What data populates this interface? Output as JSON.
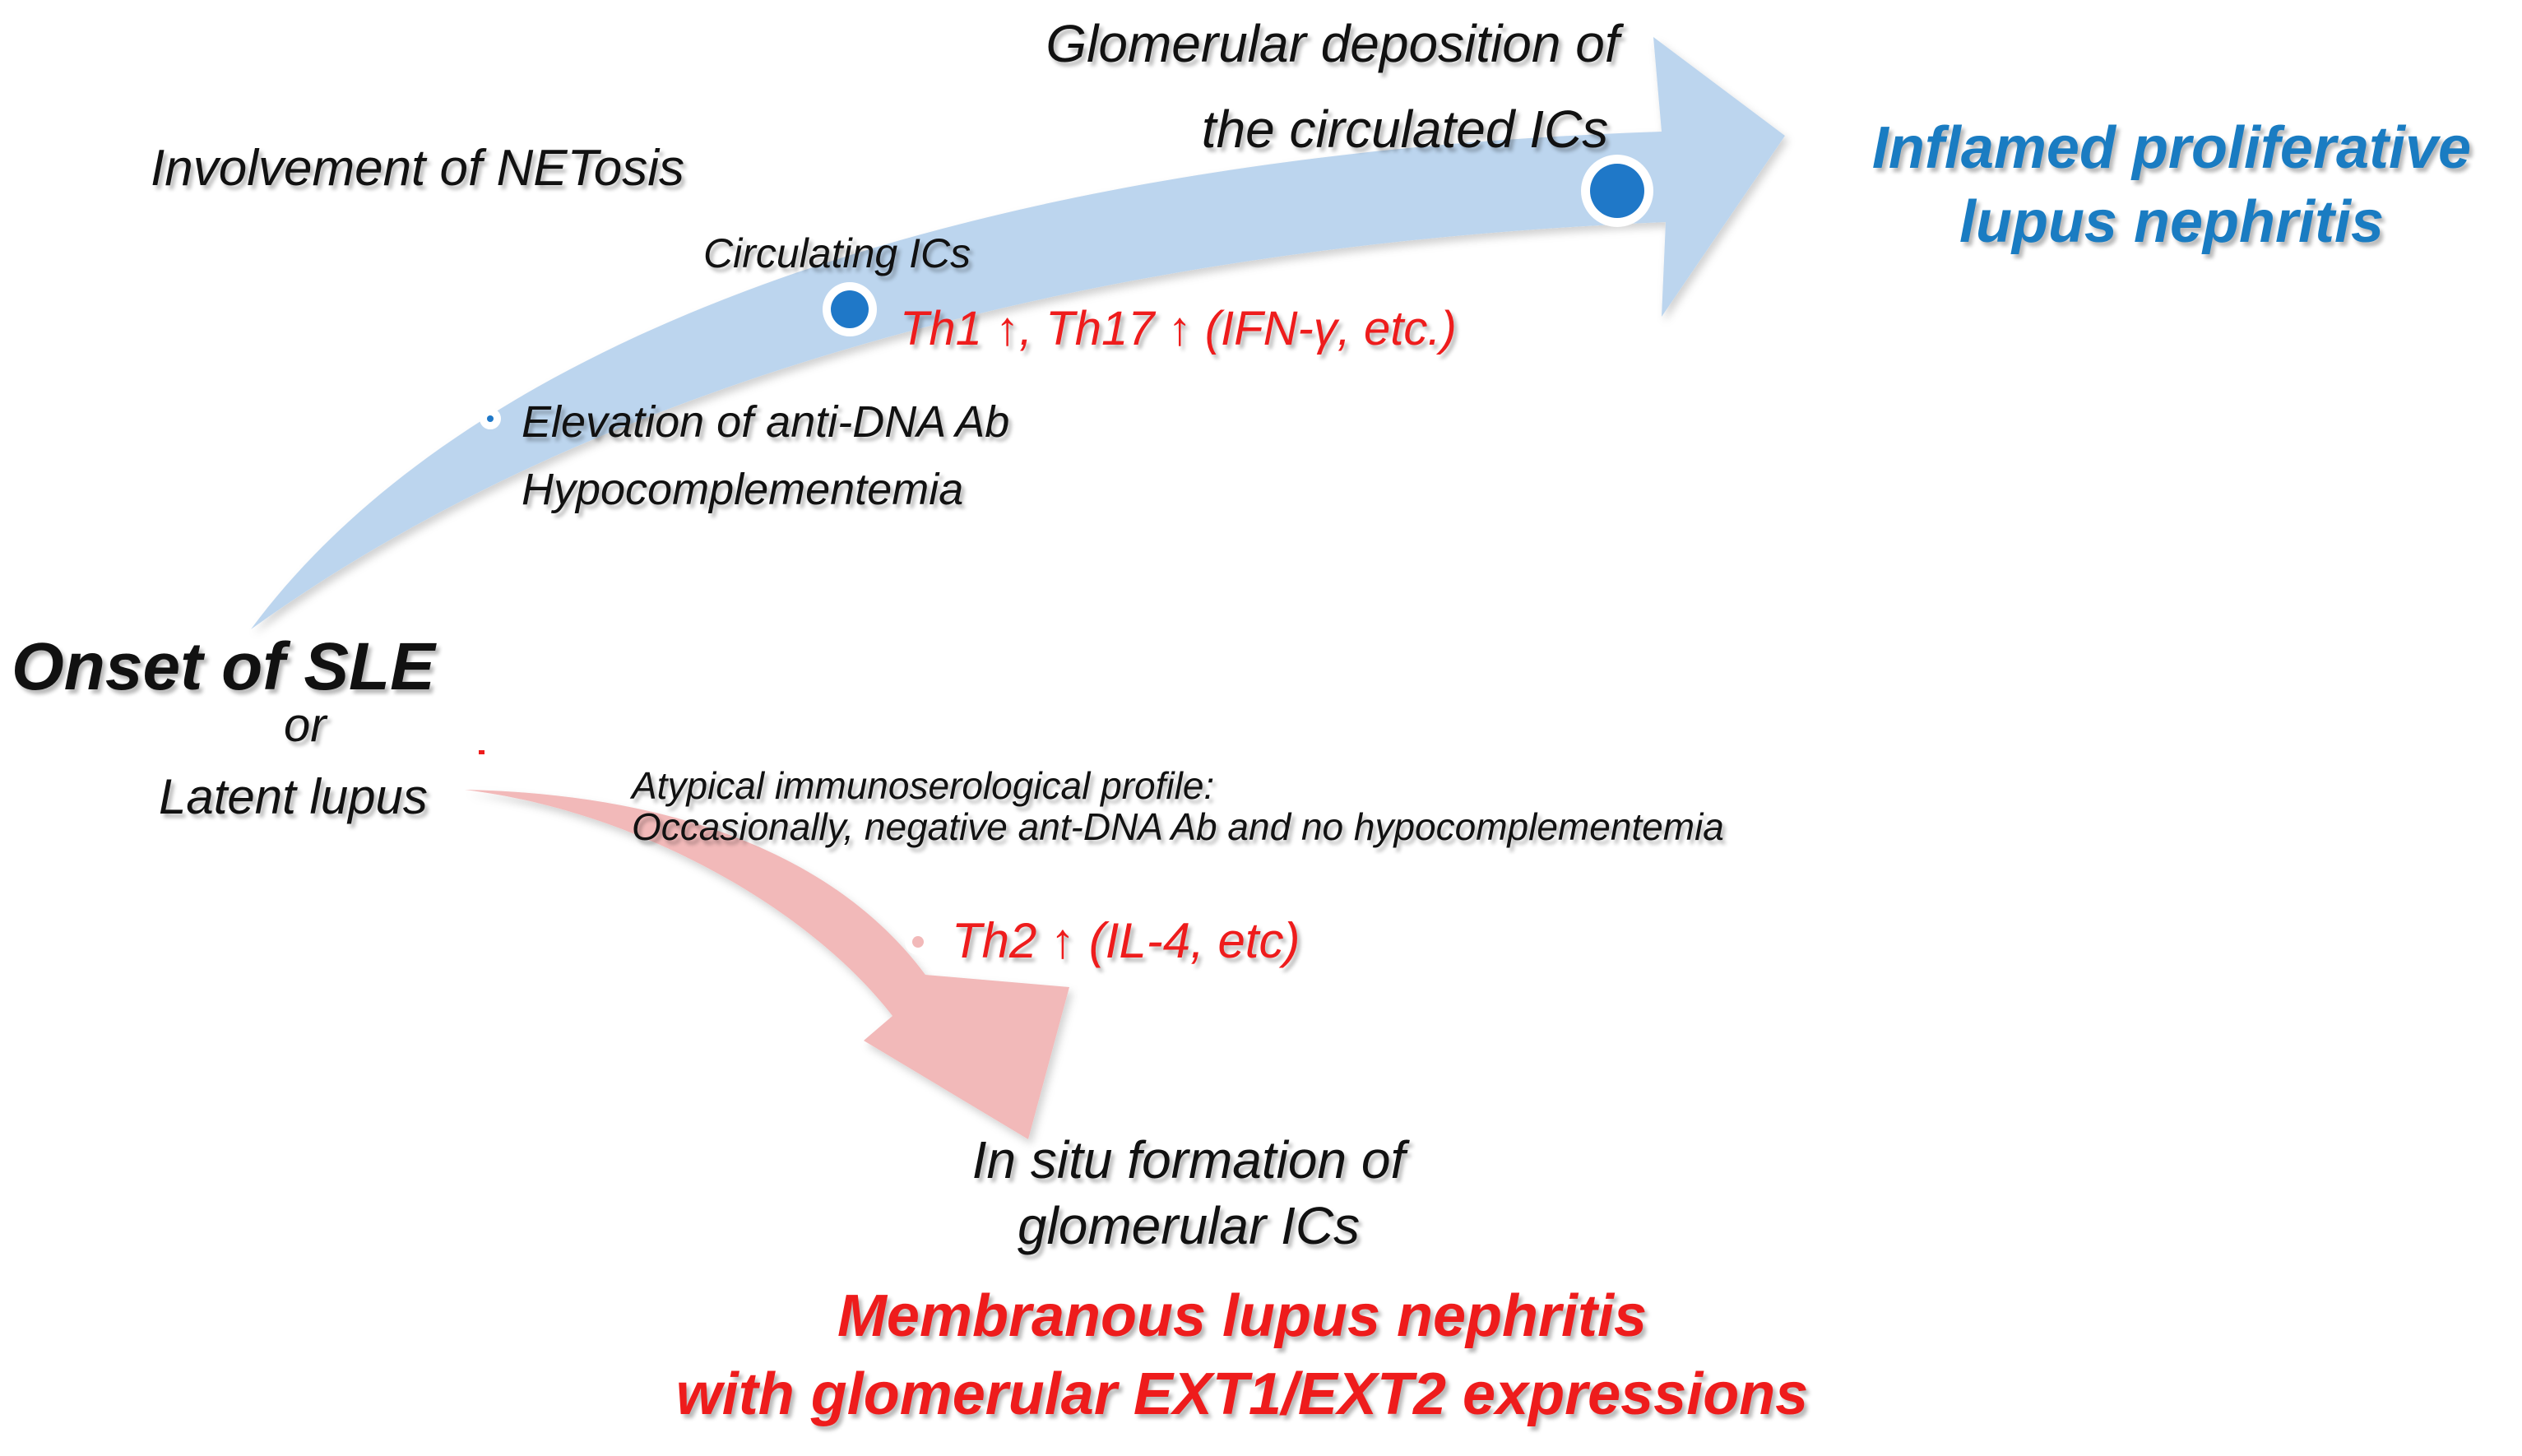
{
  "upper_path": {
    "netosis": "Involvement of NETosis",
    "glomerular_deposition": [
      "Glomerular deposition of",
      "the circulated ICs"
    ],
    "circulating_ics": "Circulating ICs",
    "th1_th17": "Th1 ↑, Th17 ↑  (IFN-γ, etc.)",
    "elevation_anti_dna": "Elevation of anti-DNA Ab",
    "hypocomplementemia": "Hypocomplementemia",
    "outcome": [
      "Inflamed proliferative",
      "lupus nephritis"
    ]
  },
  "origin": {
    "onset": "Onset of SLE",
    "or": "or",
    "latent": "Latent lupus"
  },
  "lower_path": {
    "atypical_profile": "Atypical immunoserological profile:",
    "occasionally": "Occasionally, negative ant-DNA Ab and no hypocomplementemia",
    "th2": "Th2 ↑ (IL-4, etc)",
    "in_situ": [
      "In situ formation of",
      "glomerular ICs"
    ],
    "outcome": [
      "Membranous lupus nephritis",
      "with glomerular EXT1/EXT2 expressions"
    ]
  },
  "colors": {
    "upper_arrow": "#bcd5ee",
    "lower_arrow": "#f2b9b9",
    "blue_text": "#1a7cc2",
    "red_text": "#ee1c1c",
    "dot": "#1f78c8"
  }
}
